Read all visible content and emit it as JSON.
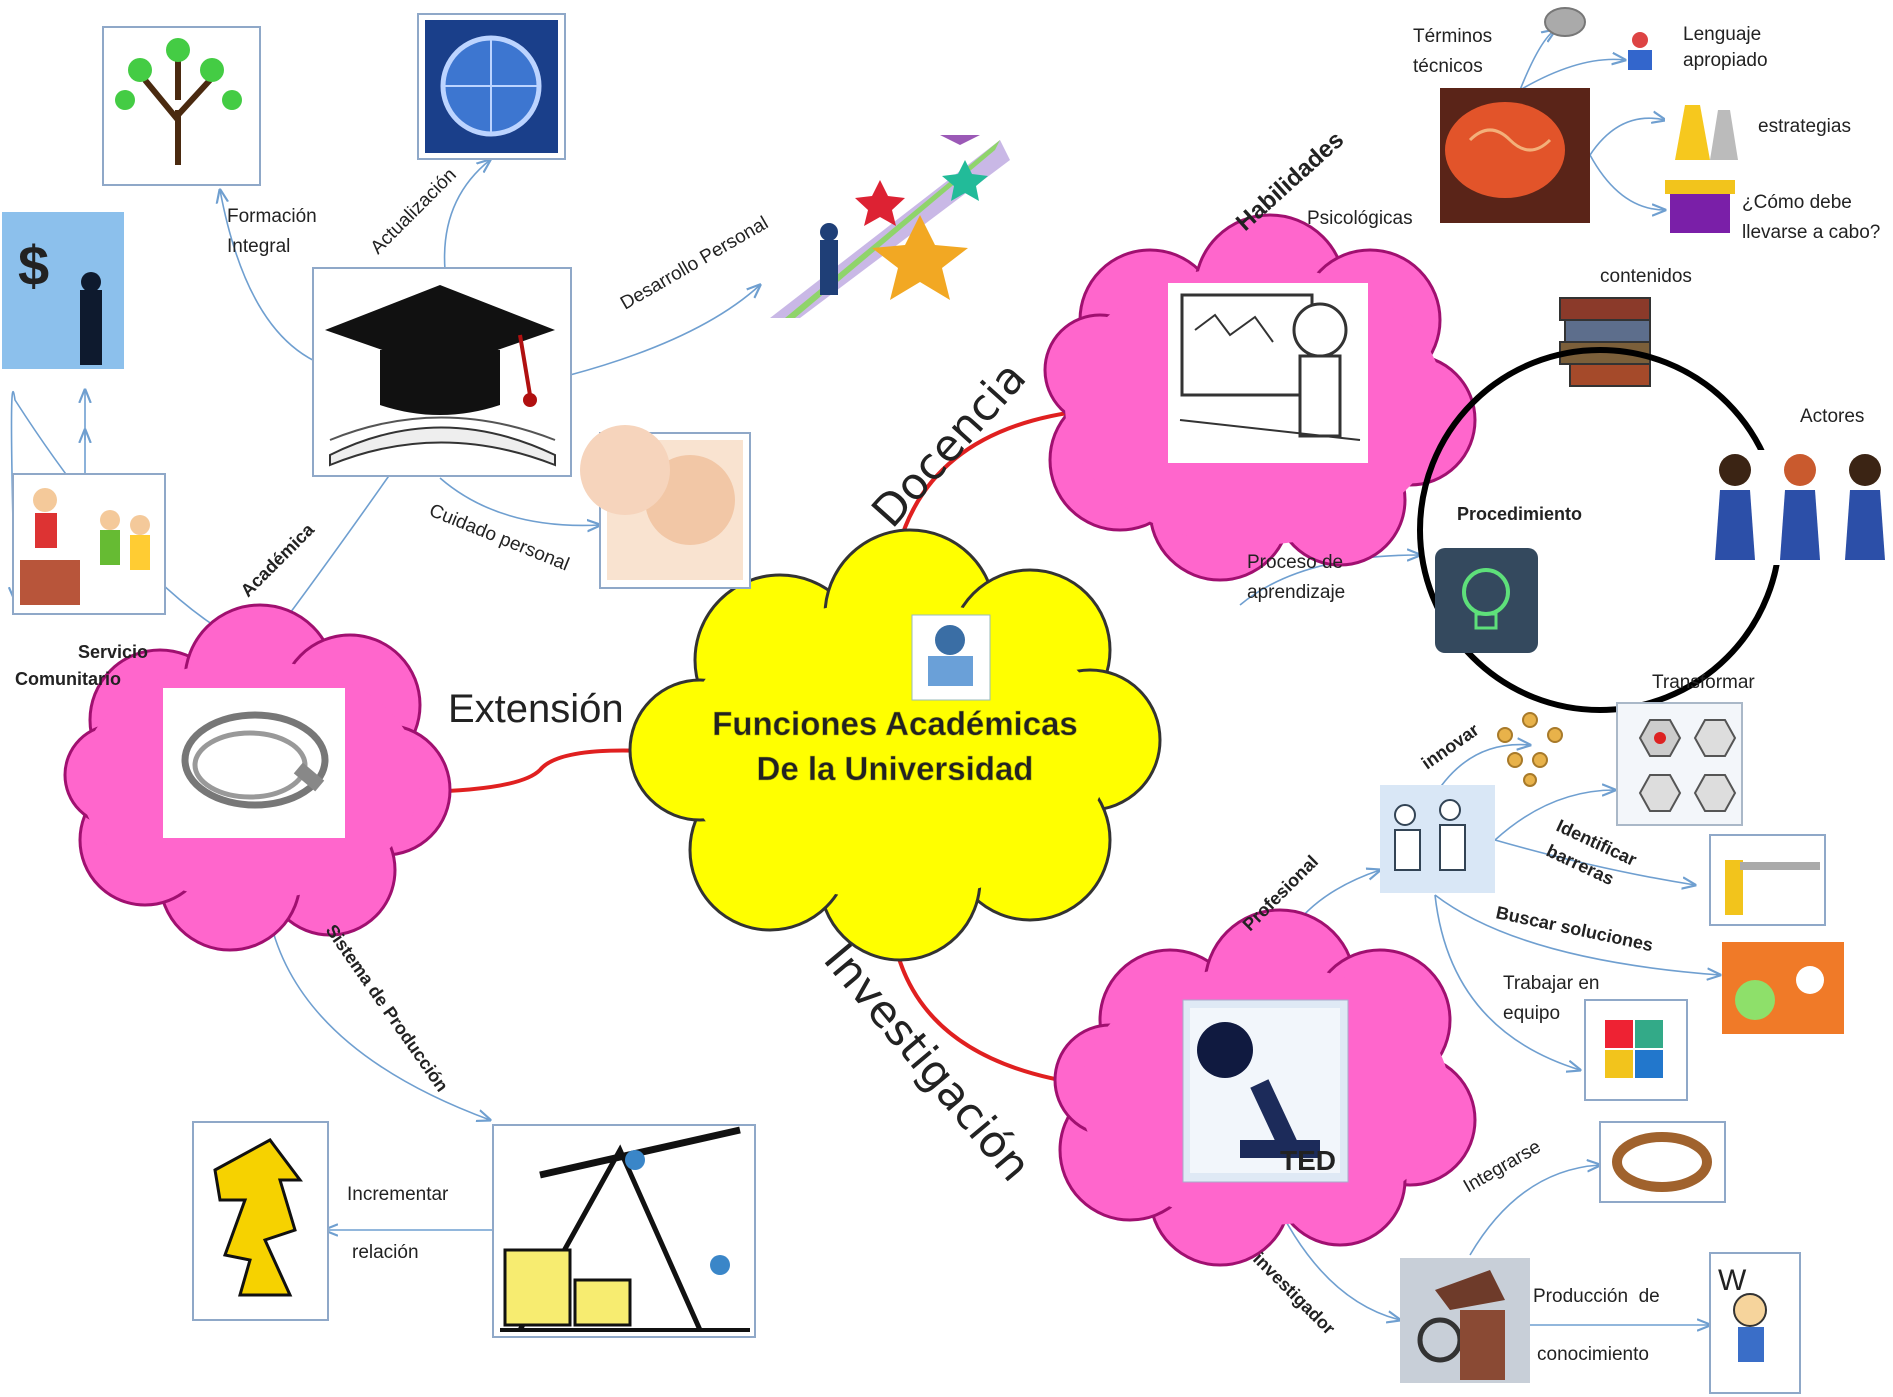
{
  "center": {
    "line1": "Funciones Académicas",
    "line2": "De la Universidad"
  },
  "branches": {
    "docencia": "Docencia",
    "investigacion": "Investigación",
    "extension": "Extensión"
  },
  "extension": {
    "academica": "Académica",
    "servicio_comunitario": [
      "Servicio",
      "Comunitario"
    ],
    "sistema_produccion": "Sistema de Producción",
    "formacion_integral": [
      "Formación",
      "Integral"
    ],
    "actualizacion": "Actualización",
    "desarrollo_personal": "Desarrollo Personal",
    "cuidado_personal": "Cuidado personal",
    "incrementar_relacion": [
      "Incrementar",
      "relación"
    ]
  },
  "docencia": {
    "habilidades": "Habilidades",
    "psicologicas": "Psicológicas",
    "terminos_tecnicos": [
      "Términos",
      "técnicos"
    ],
    "lenguaje_apropiado": [
      "Lenguaje",
      "apropiado"
    ],
    "estrategias": "estrategias",
    "como_debe": [
      "¿Cómo debe",
      "llevarse a cabo?"
    ],
    "proceso_aprendizaje": [
      "Proceso de",
      "aprendizaje"
    ],
    "contenidos": "contenidos",
    "actores": "Actores",
    "procedimiento": "Procedimiento"
  },
  "investigacion": {
    "profesional": "Profesional",
    "investigador": "investigador",
    "innovar": "innovar",
    "transformar": "Transformar",
    "identificar_barreras": [
      "Identificar",
      "barreras"
    ],
    "buscar_soluciones": "Buscar soluciones",
    "trabajar_equipo": [
      "Trabajar en",
      "equipo"
    ],
    "integrarse": "Integrarse",
    "produccion_conocimiento": [
      "Producción  de",
      "conocimiento"
    ]
  },
  "colors": {
    "cloud_pink": "#ff66cc",
    "cloud_yellow": "#ffff00",
    "main_arrow": "#e02020",
    "connector": "#6f9fd0"
  }
}
